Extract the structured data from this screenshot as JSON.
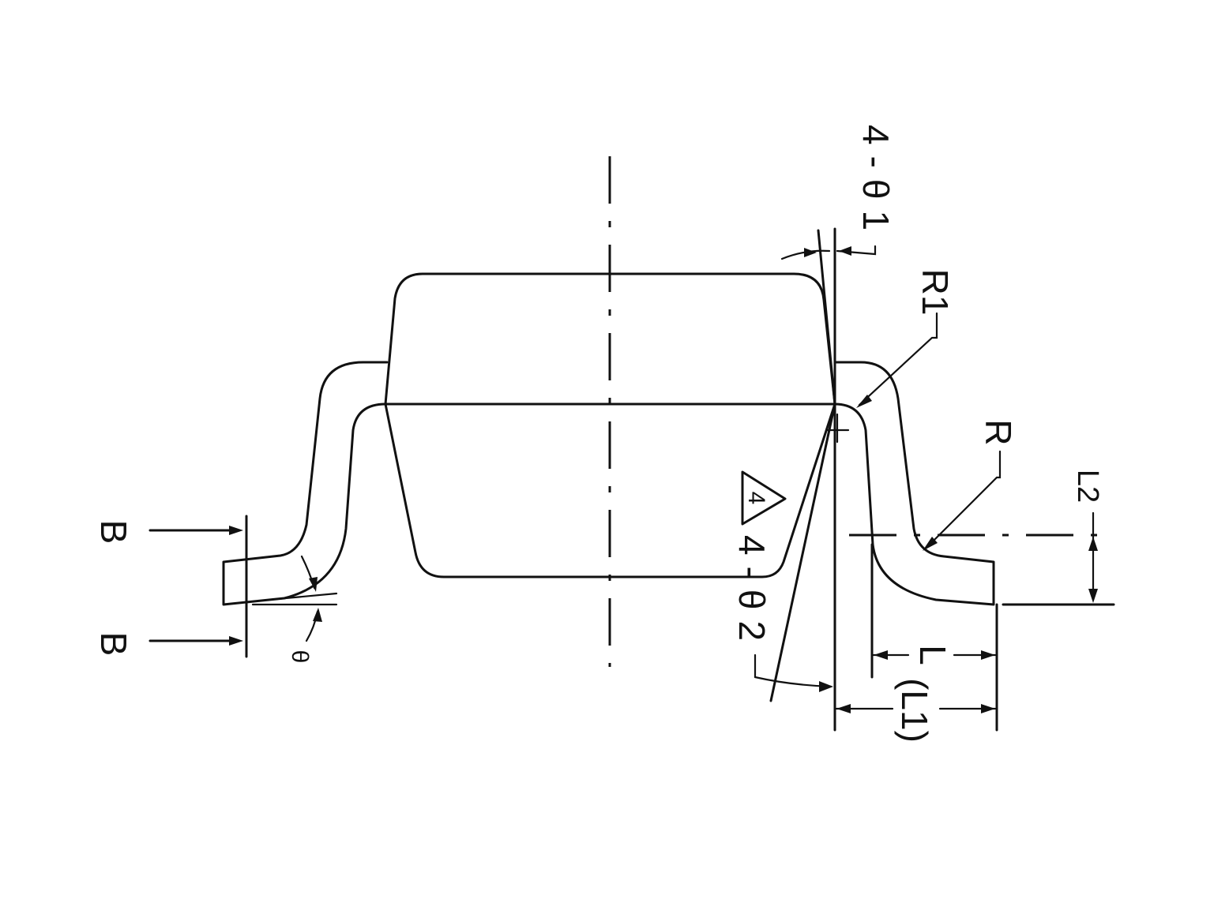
{
  "labels": {
    "b_top": "B",
    "b_bottom": "B",
    "theta": "θ",
    "theta1_note": "4-θ1",
    "theta2_note": "4-θ2",
    "r1": "R1",
    "r": "R",
    "l2": "L2",
    "l": "L",
    "l1": "(L1)",
    "note_mark": "4"
  },
  "icons": {
    "note_triangle": "triangle-note-icon"
  }
}
